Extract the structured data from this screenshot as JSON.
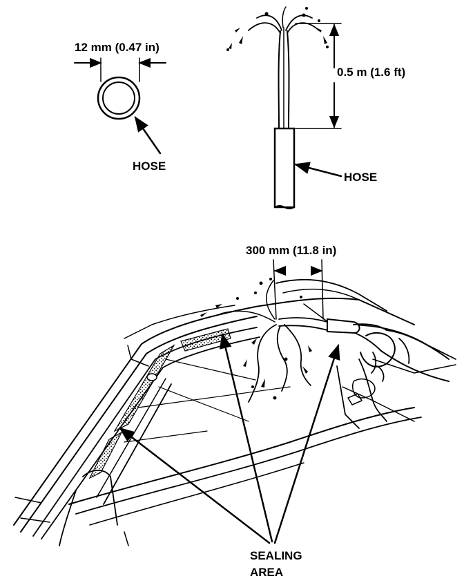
{
  "labels": {
    "hose_diameter": "12 mm (0.47 in)",
    "hose_left": "HOSE",
    "spray_height": "0.5 m (1.6 ft)",
    "hose_right": "HOSE",
    "spray_distance": "300 mm (11.8 in)",
    "sealing_line1": "SEALING",
    "sealing_line2": "AREA"
  },
  "colors": {
    "ink": "#000000",
    "paper": "#ffffff"
  }
}
